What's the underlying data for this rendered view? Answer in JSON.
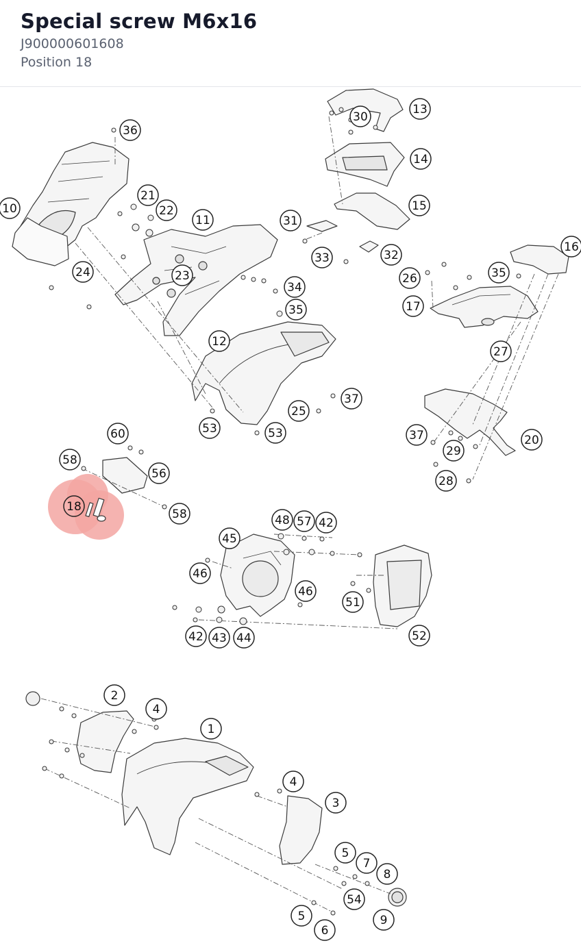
{
  "part": {
    "title": "Special screw M6x16",
    "part_number": "J900000601608",
    "position": "Position 18"
  },
  "highlight": {
    "label": "18",
    "color": "#f3a6a2"
  },
  "callouts": [
    "36",
    "10",
    "21",
    "22",
    "11",
    "24",
    "23",
    "34",
    "35",
    "12",
    "37",
    "25",
    "53",
    "53",
    "13",
    "30",
    "14",
    "15",
    "31",
    "33",
    "32",
    "16",
    "26",
    "35",
    "17",
    "27",
    "37",
    "29",
    "20",
    "28",
    "60",
    "58",
    "56",
    "58",
    "48",
    "57",
    "42",
    "45",
    "46",
    "46",
    "51",
    "42",
    "43",
    "44",
    "52",
    "2",
    "4",
    "1",
    "4",
    "3",
    "5",
    "7",
    "8",
    "54",
    "5",
    "6",
    "9"
  ],
  "colors": {
    "line": "#3a3a3a",
    "fill": "#f4f4f4",
    "callout_text": "#111111"
  }
}
